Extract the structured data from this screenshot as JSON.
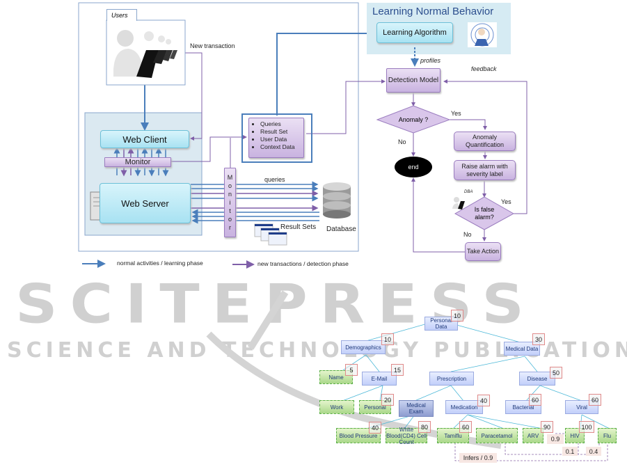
{
  "watermark": {
    "big": "SCITEPRESS",
    "small": "SCIENCE AND TECHNOLOGY PUBLICATIONS"
  },
  "architecture": {
    "users_label": "Users",
    "new_transaction_label": "New transaction",
    "web_client": "Web Client",
    "monitor_horizontal": "Monitor",
    "monitor_vertical_letters": [
      "M",
      "o",
      "n",
      "i",
      "t",
      "o",
      "r"
    ],
    "web_server": "Web Server",
    "queries_label": "queries",
    "result_sets_label": "Result Sets",
    "database_label": "Database",
    "data_items": [
      "Queries",
      "Result Set",
      "User Data",
      "Context Data"
    ]
  },
  "learning": {
    "title": "Learning Normal Behavior",
    "algorithm": "Learning Algorithm",
    "profiles_label": "profiles",
    "feedback_label": "feedback"
  },
  "flow": {
    "detection_model": "Detection Model",
    "anomaly_q": "Anomaly ?",
    "yes1": "Yes",
    "no1": "No",
    "end": "end",
    "quantification": "Anomaly Quantification",
    "raise_alarm": "Raise alarm with severity label",
    "dba_label": "DBA",
    "false_alarm": "Is false alarm?",
    "yes2": "Yes",
    "no2": "No",
    "take_action": "Take Action"
  },
  "legend": {
    "normal": "normal activities / learning phase",
    "new": "new transactions / detection phase",
    "normal_color": "#4a7ebb",
    "new_color": "#7f5fa8"
  },
  "tree": {
    "nodes": [
      {
        "id": "personal",
        "label": "Personal Data",
        "weight": "10",
        "style": "blue"
      },
      {
        "id": "demographics",
        "label": "Demographics",
        "weight": "10",
        "style": "blue"
      },
      {
        "id": "medical",
        "label": "Medical Data",
        "weight": "30",
        "style": "blue"
      },
      {
        "id": "name",
        "label": "Name",
        "weight": "5",
        "style": "green"
      },
      {
        "id": "email",
        "label": "E-Mail",
        "weight": "15",
        "style": "blue"
      },
      {
        "id": "prescription",
        "label": "Prescription",
        "weight": "",
        "style": "blue"
      },
      {
        "id": "disease",
        "label": "Disease",
        "weight": "50",
        "style": "blue"
      },
      {
        "id": "work",
        "label": "Work",
        "weight": "",
        "style": "green"
      },
      {
        "id": "personal_email",
        "label": "Personal",
        "weight": "20",
        "style": "green"
      },
      {
        "id": "medexam",
        "label": "Medical Exam",
        "weight": "",
        "style": "bluedark"
      },
      {
        "id": "medication",
        "label": "Medication",
        "weight": "40",
        "style": "blue"
      },
      {
        "id": "bacterial",
        "label": "Bacterial",
        "weight": "60",
        "style": "blue"
      },
      {
        "id": "viral",
        "label": "Viral",
        "weight": "60",
        "style": "blue"
      },
      {
        "id": "bp",
        "label": "Blood Pressure",
        "weight": "40",
        "style": "green"
      },
      {
        "id": "wbc",
        "label": "White Blood(CD4) Cell Count",
        "weight": "80",
        "style": "green"
      },
      {
        "id": "tamiflu",
        "label": "Tamiflu",
        "weight": "60",
        "style": "green"
      },
      {
        "id": "paracetamol",
        "label": "Paracetamol",
        "weight": "",
        "style": "green"
      },
      {
        "id": "arv",
        "label": "ARV",
        "weight": "90",
        "style": "green"
      },
      {
        "id": "hiv",
        "label": "HIV",
        "weight": "100",
        "style": "green"
      },
      {
        "id": "flu",
        "label": "Flu",
        "weight": "",
        "style": "green"
      }
    ],
    "inference": {
      "infers_label": "Infers  / 0.9",
      "arv_hiv": "0.9",
      "hiv_p": "0.1",
      "flu_p": "0.4"
    }
  }
}
